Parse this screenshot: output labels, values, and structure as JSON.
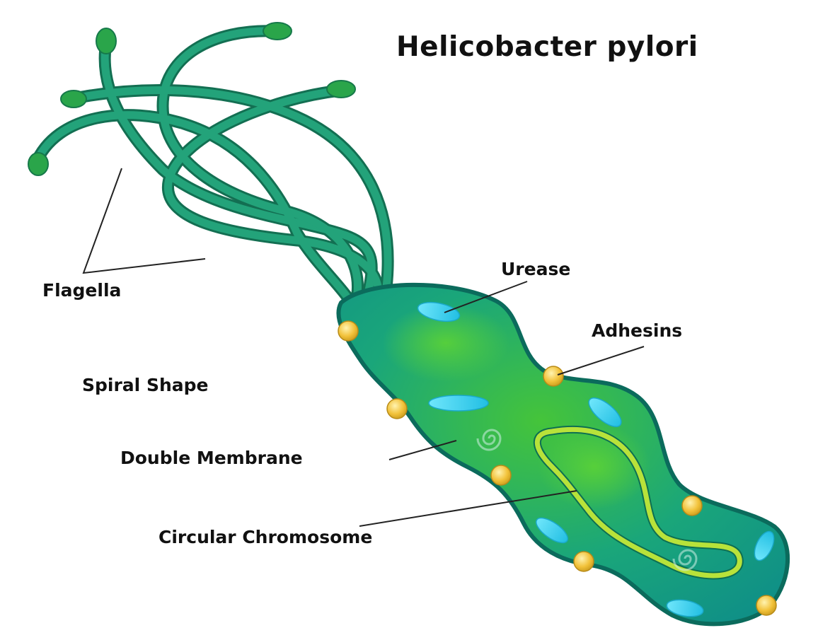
{
  "title": "Helicobacter pylori",
  "labels": {
    "flagella": "Flagella",
    "urease": "Urease",
    "adhesins": "Adhesins",
    "spiral_shape": "Spiral Shape",
    "double_membrane": "Double Membrane",
    "circular_chromosome": "Circular Chromosome"
  },
  "colors": {
    "flagella": "#1f8f6a",
    "flagella_tip": "#2aa54a",
    "cell_outline": "#0b6b5c",
    "cell_body_center": "#45c43a",
    "cell_body_edge": "#0f8f87",
    "urease_granule": "#35d3ee",
    "adhesin": "#f2c23a",
    "chromosome": "#b8e23a",
    "leader_line": "#222222",
    "text": "#111111"
  }
}
